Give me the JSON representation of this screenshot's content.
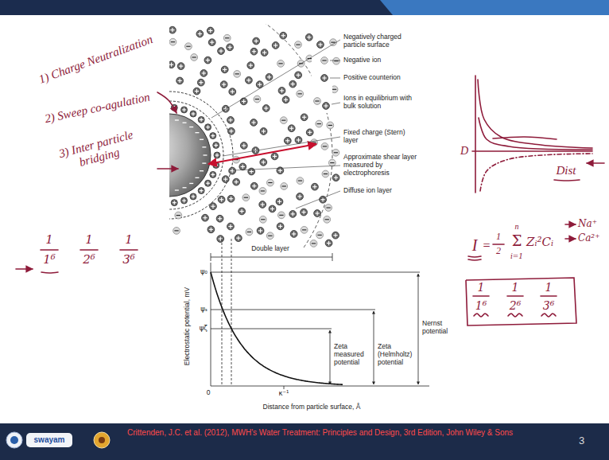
{
  "diagram": {
    "nodes": [
      {
        "text": [
          "Crittenden, J.C. et al. (2012), MWH's Water Treatment: Principles and Design, 3rd Edition, John Wiley & Sons",
          "3"
        ]
      }
    ],
    "labels": [
      "1) Charge Neutralization",
      "2) Sweep co-agulation",
      "3) Inter particle bridging",
      "Negatively charged particle surface",
      "Negative ion",
      "Positive counterion",
      "Ions in equilibrium with bulk solution",
      "Fixed charge (Stern) layer",
      "Approximate shear layer measured by electrophoresis",
      "Diffuse ion layer",
      "D",
      "Dist",
      "Double layer",
      "Electrostatic potential, mV",
      "ψ₀",
      "ψₛ",
      "ψζ",
      "Nernst potential",
      "Zeta measured potential",
      "Zeta (Helmholtz) potential",
      "κ⁻¹",
      "0",
      "Distance from particle surface, Å",
      "I",
      "=",
      "1",
      "2",
      "n",
      "Σ",
      "i=1",
      "Zᵢ²Cᵢ",
      "Na⁺",
      "Ca²⁺",
      "1",
      "1⁶",
      "1",
      "2⁶",
      "1",
      "3⁶",
      "1",
      "1⁶",
      "1",
      "2⁶",
      "1",
      "3⁶",
      "swayam"
    ]
  }
}
